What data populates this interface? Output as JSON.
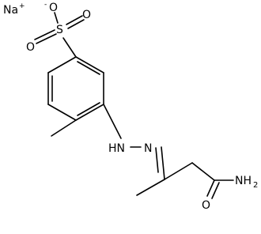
{
  "molecule": {
    "counter_ion": {
      "symbol": "Na",
      "charge": "+"
    },
    "sulfonate": {
      "sulfur": "S",
      "oxygen_top": "O",
      "oxygen_top_charge": "-",
      "oxygen_left": "O",
      "oxygen_right": "O"
    },
    "hydrazone": {
      "nh": "HN",
      "n": "N"
    },
    "amide": {
      "oxygen": "O",
      "nh2_n": "NH",
      "nh2_sub": "2"
    }
  }
}
